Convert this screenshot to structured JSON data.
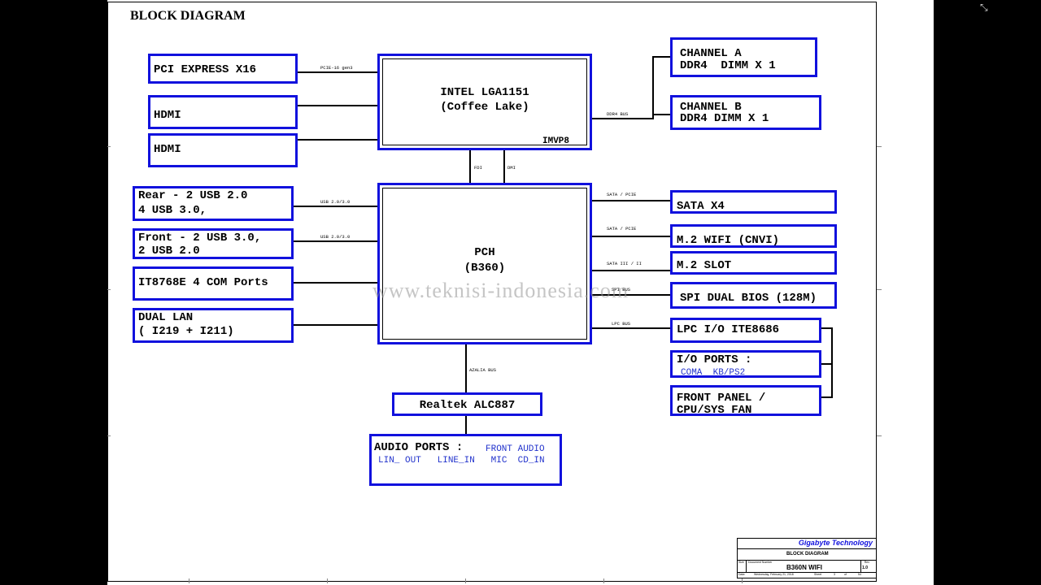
{
  "title": "BLOCK DIAGRAM",
  "watermark": "www.teknisi-indonesia.com",
  "cpu": {
    "line1": "INTEL LGA1151",
    "line2": "(Coffee Lake)",
    "vr": "IMVP8"
  },
  "pch": {
    "line1": "PCH",
    "line2": "(B360)"
  },
  "left": {
    "pcie": "PCI EXPRESS X16",
    "hdmi1": "HDMI",
    "hdmi2": "HDMI",
    "rear_l1": "Rear - 2 USB 2.0",
    "rear_l2": "4 USB 3.0,",
    "front_l1": "Front - 2 USB 3.0,",
    "front_l2": "2 USB 2.0",
    "com": "IT8768E 4 COM Ports",
    "lan_l1": "DUAL LAN",
    "lan_l2": "( I219 + I211)"
  },
  "right": {
    "cha_l1": "CHANNEL A",
    "cha_l2": "DDR4  DIMM X 1",
    "chb_l1": "CHANNEL B",
    "chb_l2": "DDR4 DIMM X 1",
    "sata": "SATA X4",
    "wifi": "M.2 WIFI (CNVI)",
    "m2": "M.2 SLOT",
    "spi": "SPI DUAL BIOS (128M)",
    "lpc": "LPC I/O ITE8686",
    "io_l1": "I/O PORTS :",
    "io_l2": "COMA  KB/PS2",
    "fp_l1": "FRONT PANEL /",
    "fp_l2": "CPU/SYS FAN"
  },
  "audio": {
    "codec": "Realtek ALC887",
    "ports_title": "AUDIO PORTS :",
    "ports_front": "FRONT AUDIO",
    "ports_list": "LIN_ OUT   LINE_IN   MIC  CD_IN"
  },
  "bus_labels": {
    "pcie": "PCIE-16 gen3",
    "ddr4": "DDR4 BUS",
    "fdi": "FDI",
    "dmi": "DMI",
    "usb1": "USB 2.0/3.0",
    "usb2": "USB 2.0/3.0",
    "sata1": "SATA / PCIE",
    "sata2": "SATA / PCIE",
    "sata3": "SATA III / II",
    "spi": "SPI BUS",
    "lpc": "LPC BUS",
    "azalia": "AZALIA BUS"
  },
  "title_block": {
    "company": "Gigabyte Technology",
    "doc_title": "BLOCK DIAGRAM",
    "board": "B360N WIFI",
    "size_label": "Size",
    "docnum_label": "Document Number",
    "rev_label": "Rev",
    "rev": "1.0",
    "date_label": "Date:",
    "date": "Wednesday, February 21, 2018",
    "sheet_label": "Sheet",
    "sheet": "3",
    "of_label": "of",
    "of": "54"
  },
  "window_controls": {
    "icon": "fullscreen-exit-icon",
    "glyph": "⤡"
  },
  "colors": {
    "box_border": "#1111dd",
    "background": "#000000",
    "sheet": "#ffffff"
  }
}
